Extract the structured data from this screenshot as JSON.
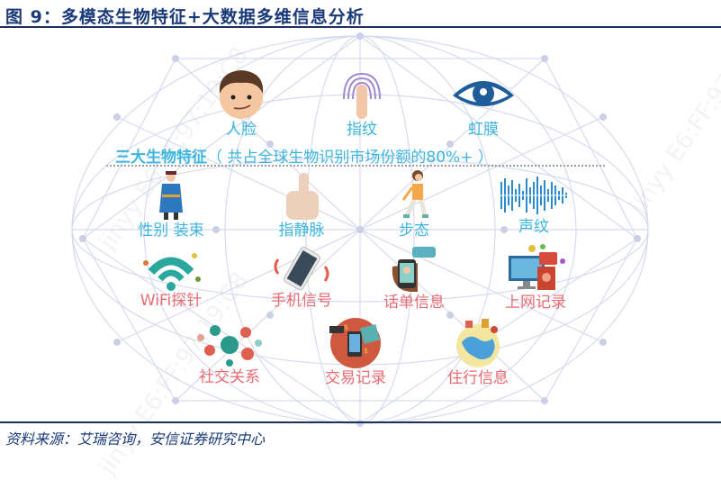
{
  "figure": {
    "title": "图 9：多模态生物特征+大数据多维信息分析",
    "source": "资料来源：艾瑞咨询，安信证券研究中心",
    "watermark": "jinyy E6:FF:97:19:C8"
  },
  "biometrics_top": {
    "items": [
      {
        "label": "人脸",
        "icon": "face-icon"
      },
      {
        "label": "指纹",
        "icon": "fingerprint-icon"
      },
      {
        "label": "虹膜",
        "icon": "eye-icon"
      }
    ],
    "headline_bold": "三大生物特征",
    "headline_note": "（ 共占全球生物识别市场份额的80%+ ）"
  },
  "biometrics_secondary": {
    "items": [
      {
        "label": "性别 装束",
        "icon": "person-costume-icon"
      },
      {
        "label": "指静脉",
        "icon": "finger-vein-icon"
      },
      {
        "label": "步态",
        "icon": "walking-person-icon"
      },
      {
        "label": "声纹",
        "icon": "soundwave-icon"
      }
    ]
  },
  "bigdata_row1": {
    "items": [
      {
        "label": "WiFi探针",
        "icon": "wifi-icon"
      },
      {
        "label": "手机信号",
        "icon": "phone-signal-icon"
      },
      {
        "label": "话单信息",
        "icon": "call-record-icon"
      },
      {
        "label": "上网记录",
        "icon": "web-record-icon"
      }
    ]
  },
  "bigdata_row2": {
    "items": [
      {
        "label": "社交关系",
        "icon": "social-network-icon"
      },
      {
        "label": "交易记录",
        "icon": "transaction-icon"
      },
      {
        "label": "住行信息",
        "icon": "globe-travel-icon"
      }
    ]
  },
  "colors": {
    "title": "#1b3a7a",
    "rule": "#1d2f5c",
    "biometric_label": "#3cb4e0",
    "bigdata_label": "#e86a72",
    "network_line": "#d4d9ea",
    "network_node": "#c5cce6"
  }
}
